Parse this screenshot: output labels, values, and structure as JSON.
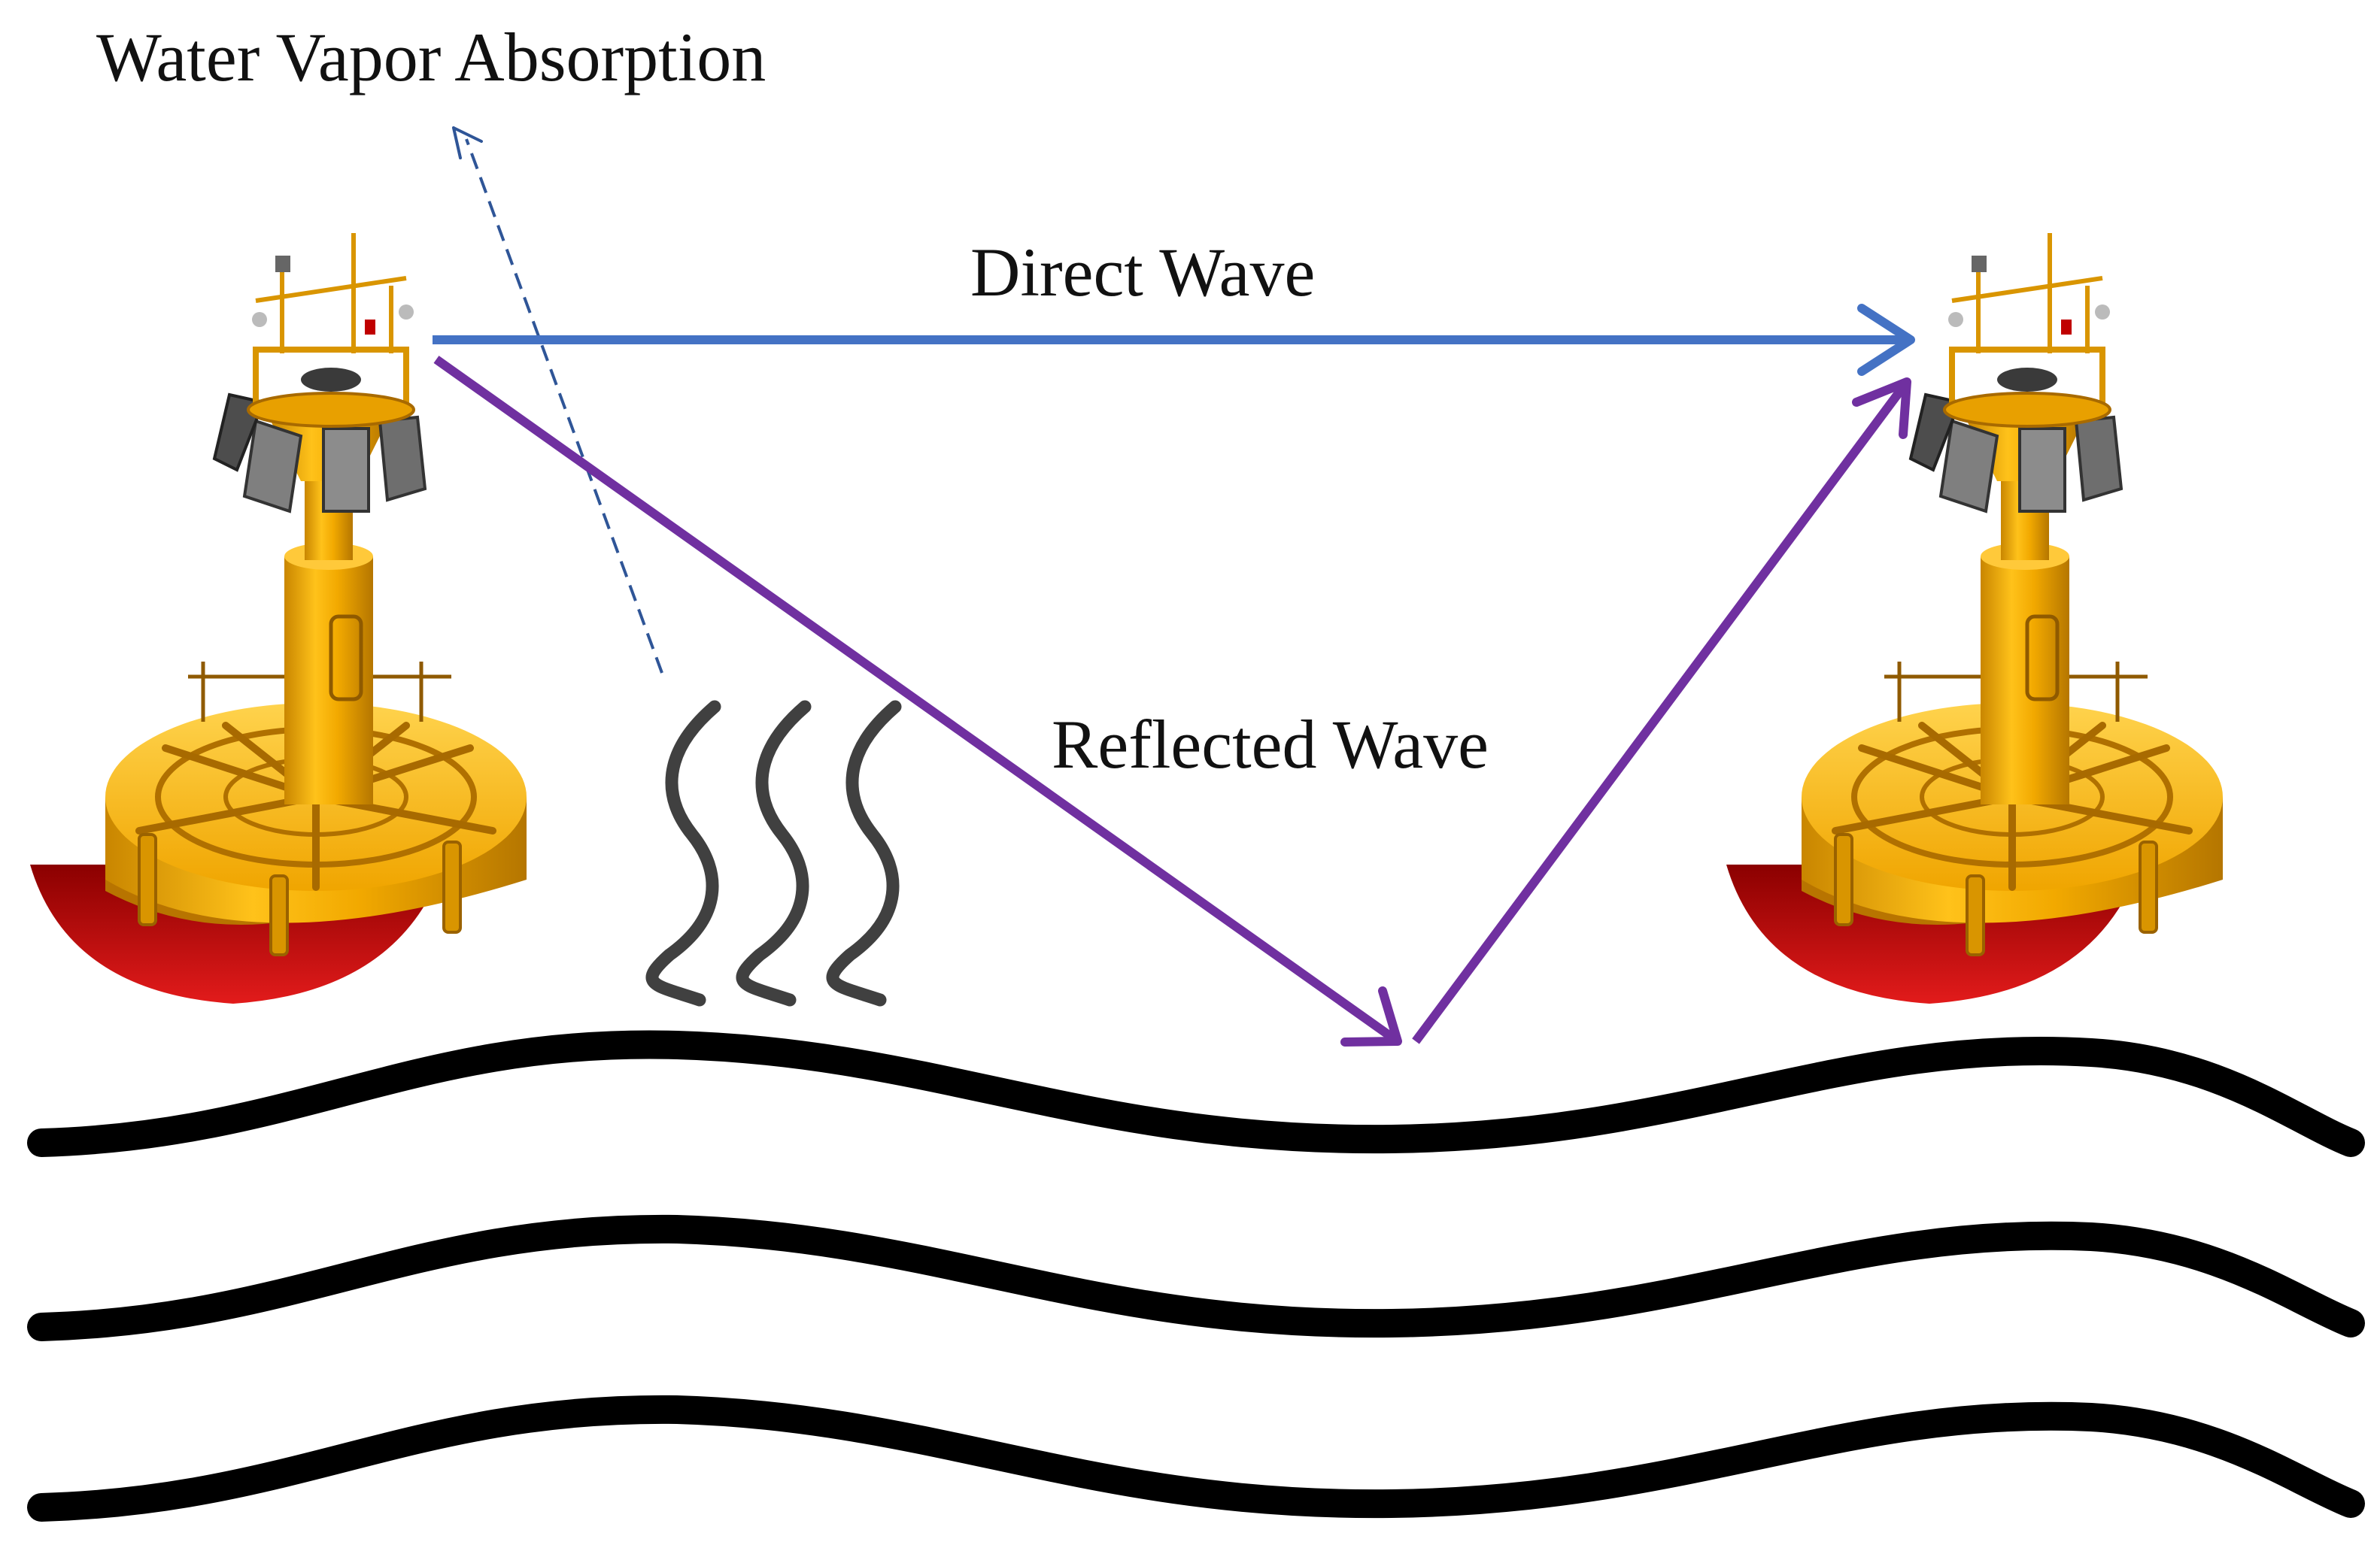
{
  "labels": {
    "water_vapor": "Water Vapor Absorption",
    "direct_wave": "Direct Wave",
    "reflected_wave": "Reflected Wave"
  },
  "colors": {
    "direct_wave": "#4472C4",
    "reflected_wave": "#7030A0",
    "water_vapor": "#2F5597",
    "vapor_squiggles": "#404040",
    "sea_surface": "#000000",
    "buoy_body": "#F2A900",
    "buoy_highlight": "#FFD34D",
    "buoy_hull": "#C00000",
    "solar_panel": "#7F7F7F"
  },
  "icons": {
    "left_buoy": "ocean-buoy",
    "right_buoy": "ocean-buoy",
    "vapor": "water-vapor-squiggles",
    "sea": "sea-surface-waves"
  }
}
